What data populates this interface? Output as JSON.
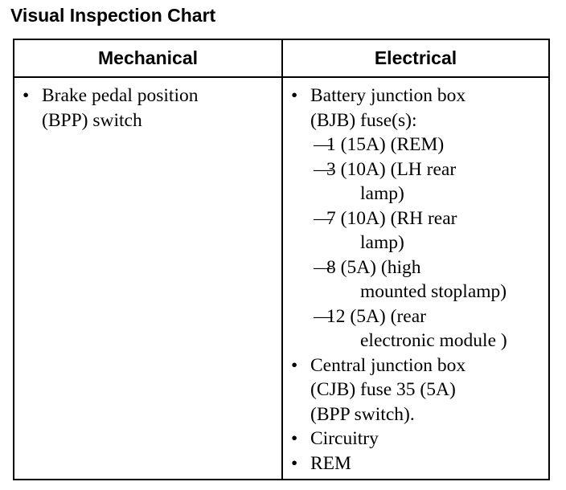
{
  "title": "Visual Inspection Chart",
  "headers": {
    "mechanical": "Mechanical",
    "electrical": "Electrical"
  },
  "markers": {
    "bullet": "•",
    "dash": "—"
  },
  "mechanical": {
    "item1": {
      "line1": "Brake pedal position",
      "line2": "(BPP) switch"
    }
  },
  "electrical": {
    "bjb": {
      "line1": "Battery junction box",
      "line2": "(BJB) fuse(s):"
    },
    "fuse1": {
      "line1": "1 (15A) (REM)"
    },
    "fuse3": {
      "line1": "3 (10A) (LH rear",
      "line2": "lamp)"
    },
    "fuse7": {
      "line1": "7 (10A) (RH rear",
      "line2": "lamp)"
    },
    "fuse8": {
      "line1": "8 (5A) (high",
      "line2": "mounted stoplamp)"
    },
    "fuse12": {
      "line1": "12 (5A) (rear",
      "line2": "electronic module )"
    },
    "cjb": {
      "line1": "Central junction box",
      "line2": "(CJB) fuse 35 (5A)",
      "line3": "(BPP switch)."
    },
    "circuitry": {
      "line1": "Circuitry"
    },
    "rem": {
      "line1": "REM"
    }
  }
}
